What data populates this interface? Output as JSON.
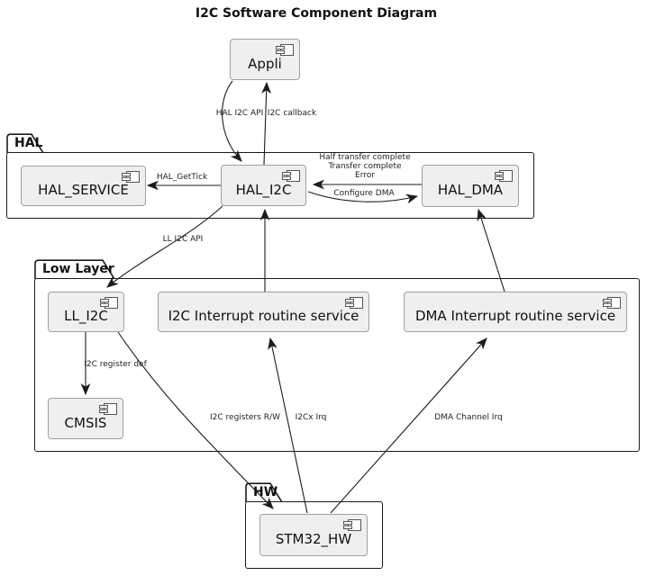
{
  "title": "I2C Software Component Diagram",
  "packages": {
    "hal": {
      "label": "HAL"
    },
    "low_layer": {
      "label": "Low Layer"
    },
    "hw": {
      "label": "HW"
    }
  },
  "components": {
    "appli": {
      "label": "Appli"
    },
    "hal_service": {
      "label": "HAL_SERVICE"
    },
    "hal_i2c": {
      "label": "HAL_I2C"
    },
    "hal_dma": {
      "label": "HAL_DMA"
    },
    "ll_i2c": {
      "label": "LL_I2C"
    },
    "i2c_irq_service": {
      "label": "I2C Interrupt routine service"
    },
    "dma_irq_service": {
      "label": "DMA Interrupt routine service"
    },
    "cmsis": {
      "label": "CMSIS"
    },
    "stm32_hw": {
      "label": "STM32_HW"
    }
  },
  "edge_labels": {
    "hal_i2c_api": "HAL I2C API",
    "i2c_callback": "I2C callback",
    "hal_gettick": "HAL_GetTick",
    "dma_events": [
      "Half transfer complete",
      "Transfer complete",
      "Error"
    ],
    "configure_dma": "Configure DMA",
    "ll_i2c_api": "LL I2C API",
    "i2c_register_def": "I2C register def",
    "i2c_registers_rw": "I2C registers R/W",
    "i2cx_irq": "I2Cx Irq",
    "dma_channel_irq": "DMA Channel Irq"
  },
  "icons": {
    "component_icon": "uml-component-icon"
  },
  "colors": {
    "background": "#ffffff",
    "component_fill": "#efefef",
    "component_border": "#a0a0a0",
    "package_border": "#1b1b1b",
    "arrow": "#1c1c1c",
    "text": "#111111"
  }
}
